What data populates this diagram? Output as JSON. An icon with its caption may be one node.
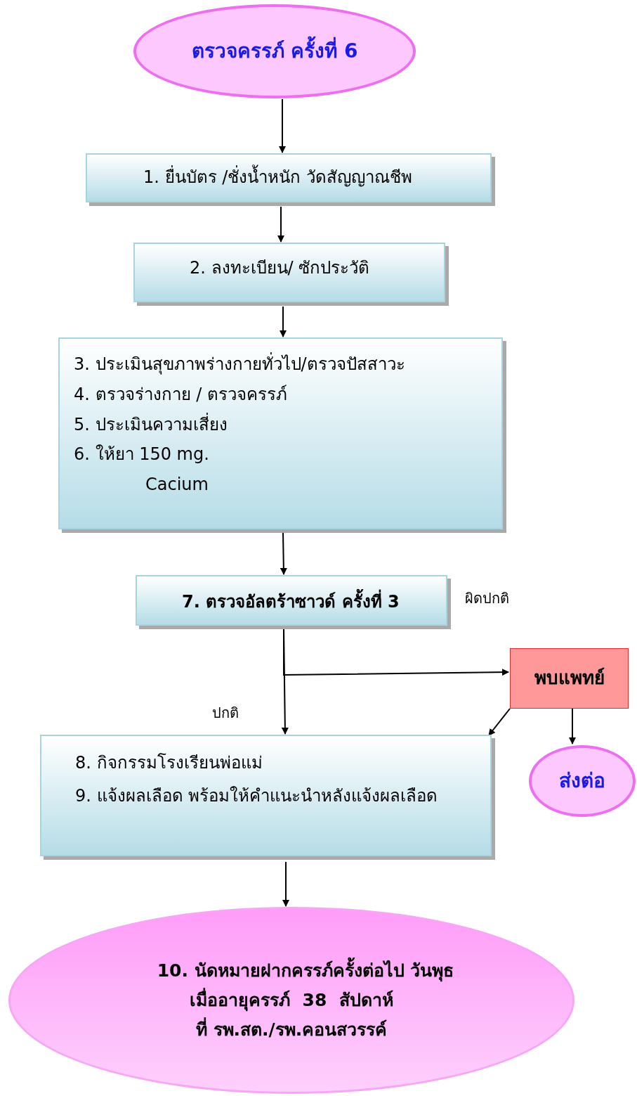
{
  "diagram": {
    "nodes": [
      {
        "text": [
          "ตรวจครรภ์ ครั้งที่ 6"
        ]
      },
      {
        "text": [
          "1. ยื่นบัตร /ชั่งน้ำหนัก วัดสัญญาณชีพ"
        ]
      },
      {
        "text": [
          "2. ลงทะเบียน/ ซักประวัติ"
        ]
      },
      {
        "text": [
          "3. ประเมินสุขภาพร่างกายทั่วไป/ตรวจปัสสาวะ",
          "4. ตรวจร่างกาย / ตรวจครรภ์",
          "5. ประเมินความเสี่ยง",
          "6. ให้ยา 150 mg.",
          "Cacium"
        ]
      },
      {
        "text": [
          "7. ตรวจอัลตร้าซาวด์ ครั้งที่ 3"
        ]
      },
      {
        "text": [
          "8. กิจกรรมโรงเรียนพ่อแม่",
          "9. แจ้งผลเลือด พร้อมให้คำแนะนำหลังแจ้งผลเลือด"
        ]
      },
      {
        "text": [
          "พบแพทย์"
        ]
      },
      {
        "text": [
          "ส่งต่อ"
        ]
      },
      {
        "text": [
          "10. นัดหมายฝากครรภ์ครั้งต่อไป วันพุธ",
          "เมื่ออายุครรภ์  38  สัปดาห์",
          "ที่ รพ.สต./รพ.คอนสวรรค์"
        ]
      }
    ],
    "edges": [
      {
        "from": 0,
        "to": 1,
        "arrow": "to"
      },
      {
        "from": 1,
        "to": 2,
        "arrow": "to"
      },
      {
        "from": 2,
        "to": 3,
        "arrow": "to"
      },
      {
        "from": 3,
        "to": 4,
        "arrow": "to"
      },
      {
        "from": 4,
        "to": 6,
        "arrow": "to",
        "label": "ผิดปกติ"
      },
      {
        "from": 4,
        "to": 5,
        "arrow": "to",
        "label": "ปกติ"
      },
      {
        "from": 6,
        "to": 5,
        "arrow": "to"
      },
      {
        "from": 6,
        "to": 7,
        "arrow": "to"
      },
      {
        "from": 5,
        "to": 8,
        "arrow": "to"
      }
    ]
  }
}
